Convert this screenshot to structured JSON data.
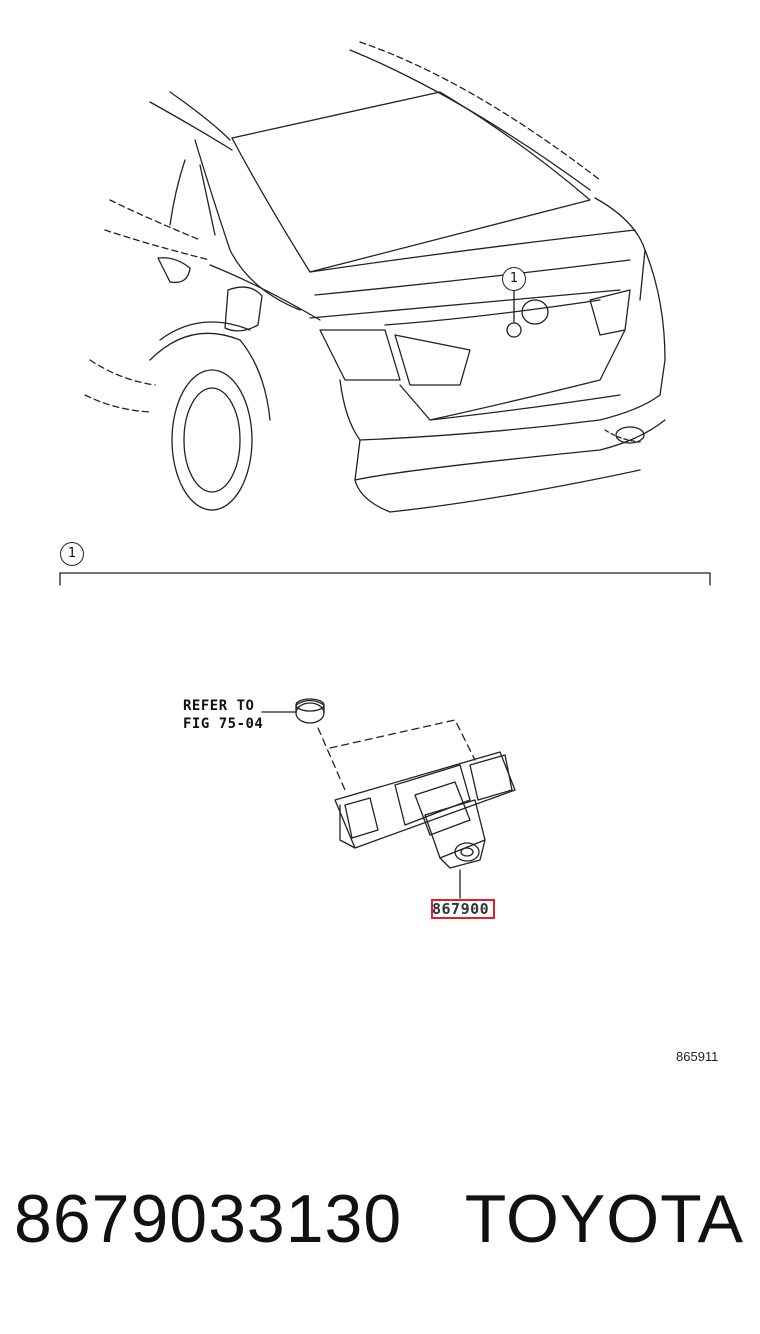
{
  "diagram": {
    "callout_top": "1",
    "callout_section": "1",
    "refer_line1": "REFER TO",
    "refer_line2": "FIG 75-04",
    "part_label": "867900",
    "figure_code": "865911"
  },
  "footer": {
    "part_number": "8679033130",
    "brand": "TOYOTA"
  },
  "colors": {
    "highlight": "#e0202a",
    "line": "#222222"
  }
}
